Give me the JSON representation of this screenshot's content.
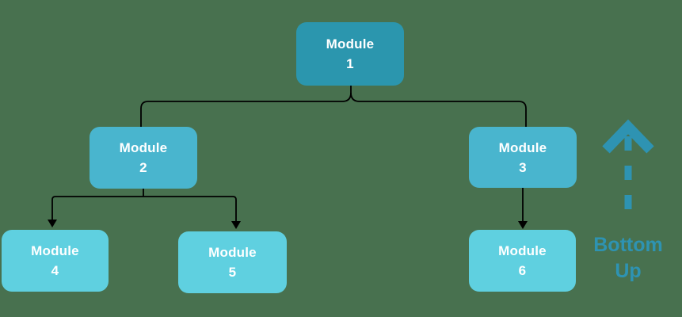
{
  "diagram": {
    "type": "tree",
    "direction": "bottom-up",
    "nodes": [
      {
        "id": "module-1",
        "label": "Module",
        "number": "1",
        "level": 1
      },
      {
        "id": "module-2",
        "label": "Module",
        "number": "2",
        "level": 2
      },
      {
        "id": "module-3",
        "label": "Module",
        "number": "3",
        "level": 2
      },
      {
        "id": "module-4",
        "label": "Module",
        "number": "4",
        "level": 3
      },
      {
        "id": "module-5",
        "label": "Module",
        "number": "5",
        "level": 3
      },
      {
        "id": "module-6",
        "label": "Module",
        "number": "6",
        "level": 3
      }
    ],
    "edges": [
      {
        "from": "module-1",
        "to": "module-2",
        "arrowhead": false
      },
      {
        "from": "module-1",
        "to": "module-3",
        "arrowhead": false
      },
      {
        "from": "module-2",
        "to": "module-4",
        "arrowhead": true
      },
      {
        "from": "module-2",
        "to": "module-5",
        "arrowhead": true
      },
      {
        "from": "module-3",
        "to": "module-6",
        "arrowhead": true
      }
    ],
    "annotation": {
      "line1": "Bottom",
      "line2": "Up",
      "icon": "dashed-up-arrow"
    }
  },
  "colors": {
    "background": "#48714F",
    "node_level_1": "#2B96AE",
    "node_level_2": "#49B5CE",
    "node_level_3": "#5FD0E0",
    "node_text": "#FFFFFF",
    "connector": "#000000",
    "accent": "#2E93B2"
  }
}
